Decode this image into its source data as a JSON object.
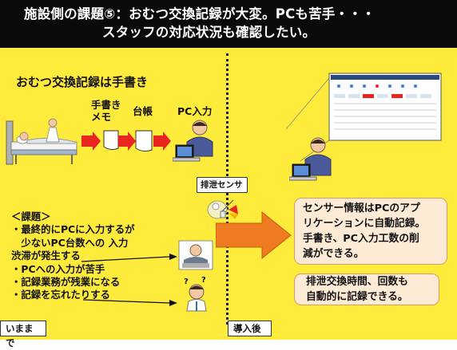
{
  "header": {
    "line1": "施設側の課題⑤：おむつ交換記録が大変。PCも苦手・・・",
    "line2": "スタッフの対応状況も確認したい。"
  },
  "left": {
    "title": "おむつ交換記録は手書き",
    "flow_labels": [
      "手書き",
      "メモ",
      "台帳",
      "PC入力"
    ],
    "issues": [
      "＜課題＞",
      "・最終的にPCに入力するが",
      "　少ないPC台数への 入力",
      "渋滞が発生する",
      "・PCへの入力が苦手",
      "・記録業務が残業になる",
      "・記録を忘れたりする"
    ],
    "tag": "いままで"
  },
  "center": {
    "sensor_label": "排泄センサ"
  },
  "right": {
    "box1": [
      "センサー情報はPCのアプ",
      "リケーションに自動記録。",
      "手書き、PC入力工数の削",
      "減ができる。"
    ],
    "box2": [
      "排泄交換時間、回数も",
      "自動的に記録できる。"
    ],
    "tag": "導入後"
  },
  "colors": {
    "panel": "#ffeb3b",
    "header": "#0a0a0a",
    "arrow_red": "#e8251f",
    "arrow_orange": "#ee7a22",
    "box_fill": "#fdebd6"
  }
}
